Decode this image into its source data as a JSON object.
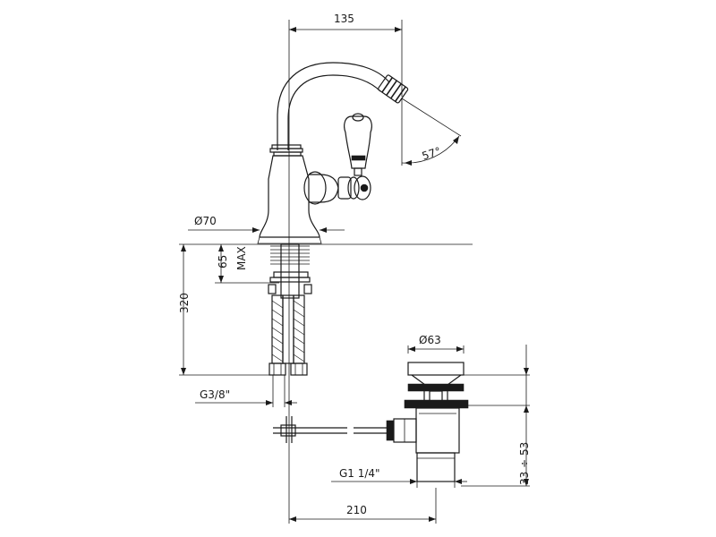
{
  "dimensions": {
    "spout_reach": "135",
    "spout_swivel_angle": "57°",
    "base_diameter": "Ø70",
    "max_deck_thickness": "65",
    "max_label": "MAX",
    "hose_length": "320",
    "hose_connection": "G3/8\"",
    "waste_diameter": "Ø63",
    "waste_thread": "G1 1/4\"",
    "waste_adjust_range": "33 ÷ 53",
    "pop_up_rod_length": "210"
  },
  "colors": {
    "line": "#1a1a1a",
    "background": "#ffffff"
  }
}
